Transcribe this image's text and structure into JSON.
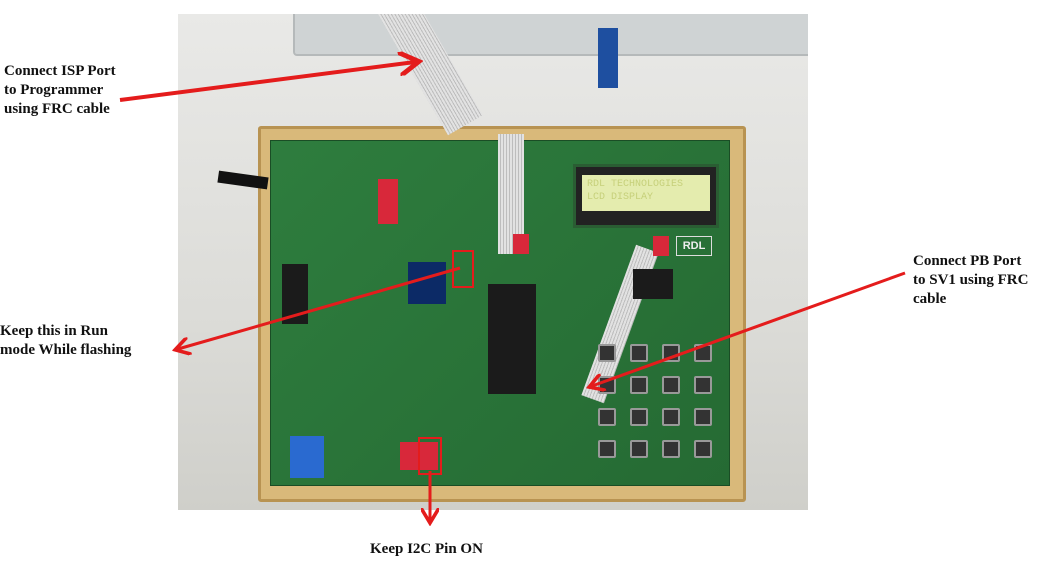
{
  "annotations": {
    "isp": "Connect ISP Port\nto Programmer\nusing FRC cable",
    "run_mode": "Keep this in Run\nmode While flashing",
    "pb_port": "Connect PB Port\nto SV1 using FRC\ncable",
    "i2c": "Keep I2C Pin ON"
  },
  "board": {
    "lcd_line1": "RDL TECHNOLOGIES",
    "lcd_line2": "LCD DISPLAY",
    "logo": "RDL"
  },
  "colors": {
    "arrow": "#e41c1c",
    "pcb": "#2e7d3e",
    "frame": "#d9b97a"
  }
}
